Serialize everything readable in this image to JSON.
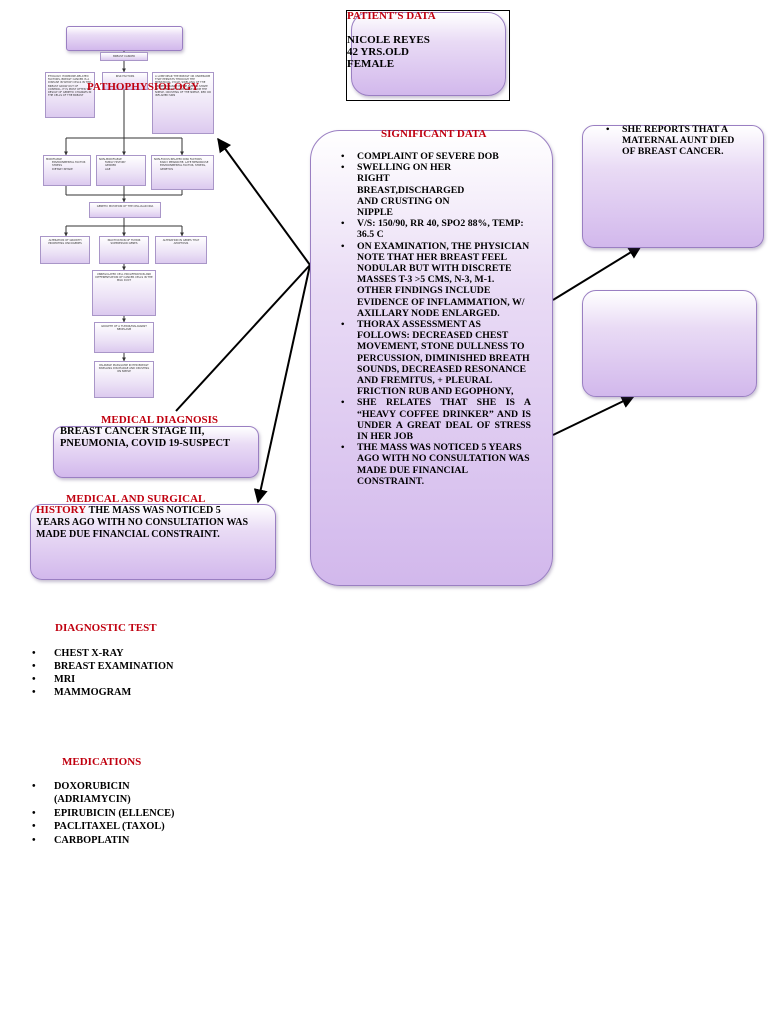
{
  "patient": {
    "title": "PATIENT'S DATA",
    "lines": [
      "NICOLE REYES",
      "42 YRS.OLD",
      "FEMALE"
    ]
  },
  "patho": {
    "title": "PATHOPHYSIOLOGY",
    "top_label": "BREAST CANCER",
    "etiology": "ETIOLOGY: HORMONE-RELATED FACTORS, BREAST CANCER IS A DISEASE IN WHICH CELLS IN THE BREAST GROW OUT OF CONTROL, IT IS MOST OFTEN THE RESULT OF GENETIC CHANGES IN THE CELLS OF THE BREAST",
    "risk_factors": "RISK FACTORS",
    "right_top": "A LUMP NEAR THE BREAST OR UNDERARM THAT PERSISTS THROUGH THE MENSTRUAL CYCLE, SWELLING OF THE ARMPIT, CHANGE IN THE SIZE OR SHAPE OF THE BREAST, DISCHARGE FROM THE NIPPLE, CRUSTING OF THE NIPPLE, RED OR INFLAMED SKIN",
    "modifiable": [
      "MODIFIABLE",
      "ENVIRONMENTAL FACTOR",
      "STRESS",
      "DIETARY INTAKE"
    ],
    "nonmod": [
      "NON-MODIFIABLE",
      "FAMILY HISTORY",
      "GENDER",
      "AGE"
    ],
    "nonfocus": [
      "NON-FOCUS RELATED RISK FACTORS",
      "EARLY MENARCHE, LATE MENOPAUSE",
      "ENVIRONMENTAL FACTOR, STRESS, GENETICS"
    ],
    "genetic": "GENETIC MUTATION OF THE CELLULAR DNA",
    "alt_growth": "ALTERATION OF GROWTH PROMOTING ONCOGENES",
    "inactivation": "INACTIVATION OF TUMOR SUPPRESSOR GENES",
    "alt_apoptosis": "ALTERATION IN GENES THAT APOPTOSIS",
    "unregulated": "UNREGULATED CELL PROLIFERATION AND DIFFERENTIATION OF CANCER CELLS IN THE MILK DUCT",
    "growth": "GROWTH OF A TUMOR/MALIGNANT NEOPLASM",
    "palpable": "PALPABLE MASS/LUMP IN HER BREAST SWELLING DISCHARGE AND CRUSTING ON NIPPLE"
  },
  "medical_diagnosis": {
    "title": "MEDICAL DIAGNOSIS",
    "text": "BREAST CANCER STAGE III, PNEUMONIA, COVID 19-SUSPECT"
  },
  "history": {
    "title_line1": "MEDICAL AND SURGICAL",
    "title_line2": "HISTORY",
    "text": "THE MASS WAS NOTICED 5 YEARS AGO WITH NO CONSULTATION WAS MADE DUE FINANCIAL CONSTRAINT."
  },
  "significant": {
    "title": "SIGNIFICANT DATA",
    "items": [
      "COMPLAINT OF SEVERE DOB",
      "SWELLING ON HER RIGHT BREAST,DISCHARGED AND CRUSTING ON NIPPLE",
      "V/S: 150/90, RR 40, SPO2 88%, TEMP: 36.5 C",
      "ON EXAMINATION, THE PHYSICIAN NOTE THAT HER BREAST FEEL NODULAR BUT WITH DISCRETE MASSES T-3 >5 CMS, N-3, M-1. OTHER FINDINGS INCLUDE EVIDENCE OF INFLAMMATION, W/ AXILLARY NODE ENLARGED.",
      "THORAX ASSESSMENT AS FOLLOWS: DECREASED CHEST MOVEMENT, STONE DULLNESS TO PERCUSSION, DIMINISHED BREATH SOUNDS, DECREASED RESONANCE AND FREMITUS, + PLEURAL FRICTION RUB AND EGOPHONY,",
      "SHE RELATES THAT SHE IS A “HEAVY COFFEE DRINKER” AND IS UNDER A GREAT DEAL OF STRESS IN HER JOB",
      "THE MASS WAS NOTICED 5 YEARS AGO WITH NO CONSULTATION WAS MADE DUE FINANCIAL CONSTRAINT."
    ]
  },
  "family": {
    "items": [
      "SHE REPORTS THAT A MATERNAL AUNT DIED OF BREAST CANCER."
    ]
  },
  "diagnostic": {
    "title": "DIAGNOSTIC TEST",
    "items": [
      "CHEST X-RAY",
      "BREAST EXAMINATION",
      "MRI",
      "MAMMOGRAM"
    ]
  },
  "medications": {
    "title": "MEDICATIONS",
    "items": [
      "DOXORUBICIN (ADRIAMYCIN)",
      "EPIRUBICIN (ELLENCE)",
      "PACLITAXEL (TAXOL)",
      "CARBOPLATIN"
    ]
  },
  "colors": {
    "accent_red": "#c0000f",
    "box_purple": "#d2b8ec",
    "box_border": "#9a7fc2"
  }
}
